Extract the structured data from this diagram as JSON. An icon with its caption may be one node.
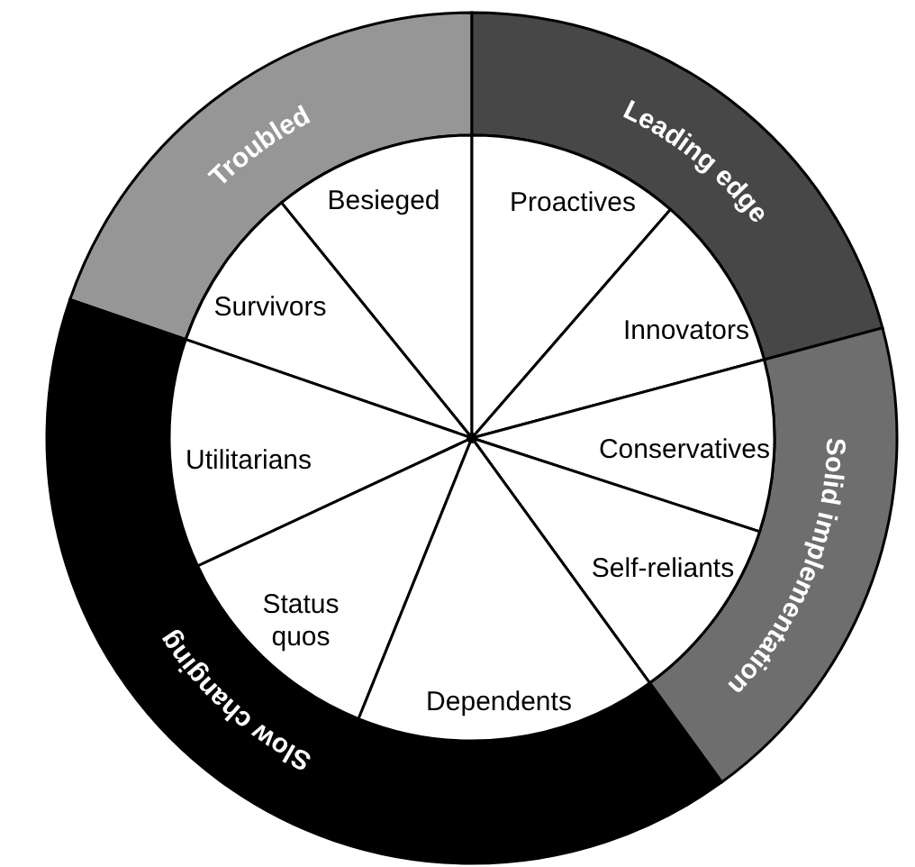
{
  "diagram": {
    "nodes": [
      {
        "text": [
          "Troubled"
        ]
      },
      {
        "text": [
          "Leading edge"
        ]
      },
      {
        "text": [
          "Solid implementation"
        ]
      },
      {
        "text": [
          "Slow changing"
        ]
      },
      {
        "text": [
          "Besieged"
        ]
      },
      {
        "text": [
          "Proactives"
        ]
      },
      {
        "text": [
          "Survivors"
        ]
      },
      {
        "text": [
          "Innovators"
        ]
      },
      {
        "text": [
          "Utilitarians"
        ]
      },
      {
        "text": [
          "Conservatives"
        ]
      },
      {
        "text": [
          "Self-reliants"
        ]
      },
      {
        "text": [
          "Status quos"
        ]
      },
      {
        "text": [
          "Dependents"
        ]
      }
    ]
  }
}
